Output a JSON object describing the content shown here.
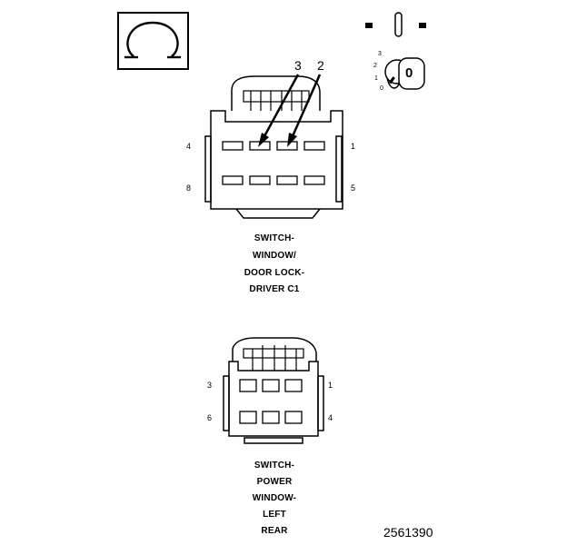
{
  "callouts": {
    "c3": "3",
    "c2": "2"
  },
  "connector_c1": {
    "pins": {
      "top_left": "4",
      "top_right": "1",
      "bottom_left": "8",
      "bottom_right": "5"
    },
    "label": [
      "SWITCH-",
      "WINDOW/",
      "DOOR LOCK-",
      "DRIVER C1"
    ]
  },
  "connector_rear": {
    "pins": {
      "top_left": "3",
      "top_right": "1",
      "bottom_left": "6",
      "bottom_right": "4"
    },
    "label": [
      "SWITCH-",
      "POWER",
      "WINDOW-",
      "LEFT",
      "REAR"
    ]
  },
  "key_positions": {
    "p3": "3",
    "p2": "2",
    "p1": "1",
    "p0": "0"
  },
  "key_head_text": "0",
  "figure_number": "2561390",
  "icons": [
    "ohm-symbol-icon",
    "ignition-key-icon",
    "switch-position-icon"
  ]
}
